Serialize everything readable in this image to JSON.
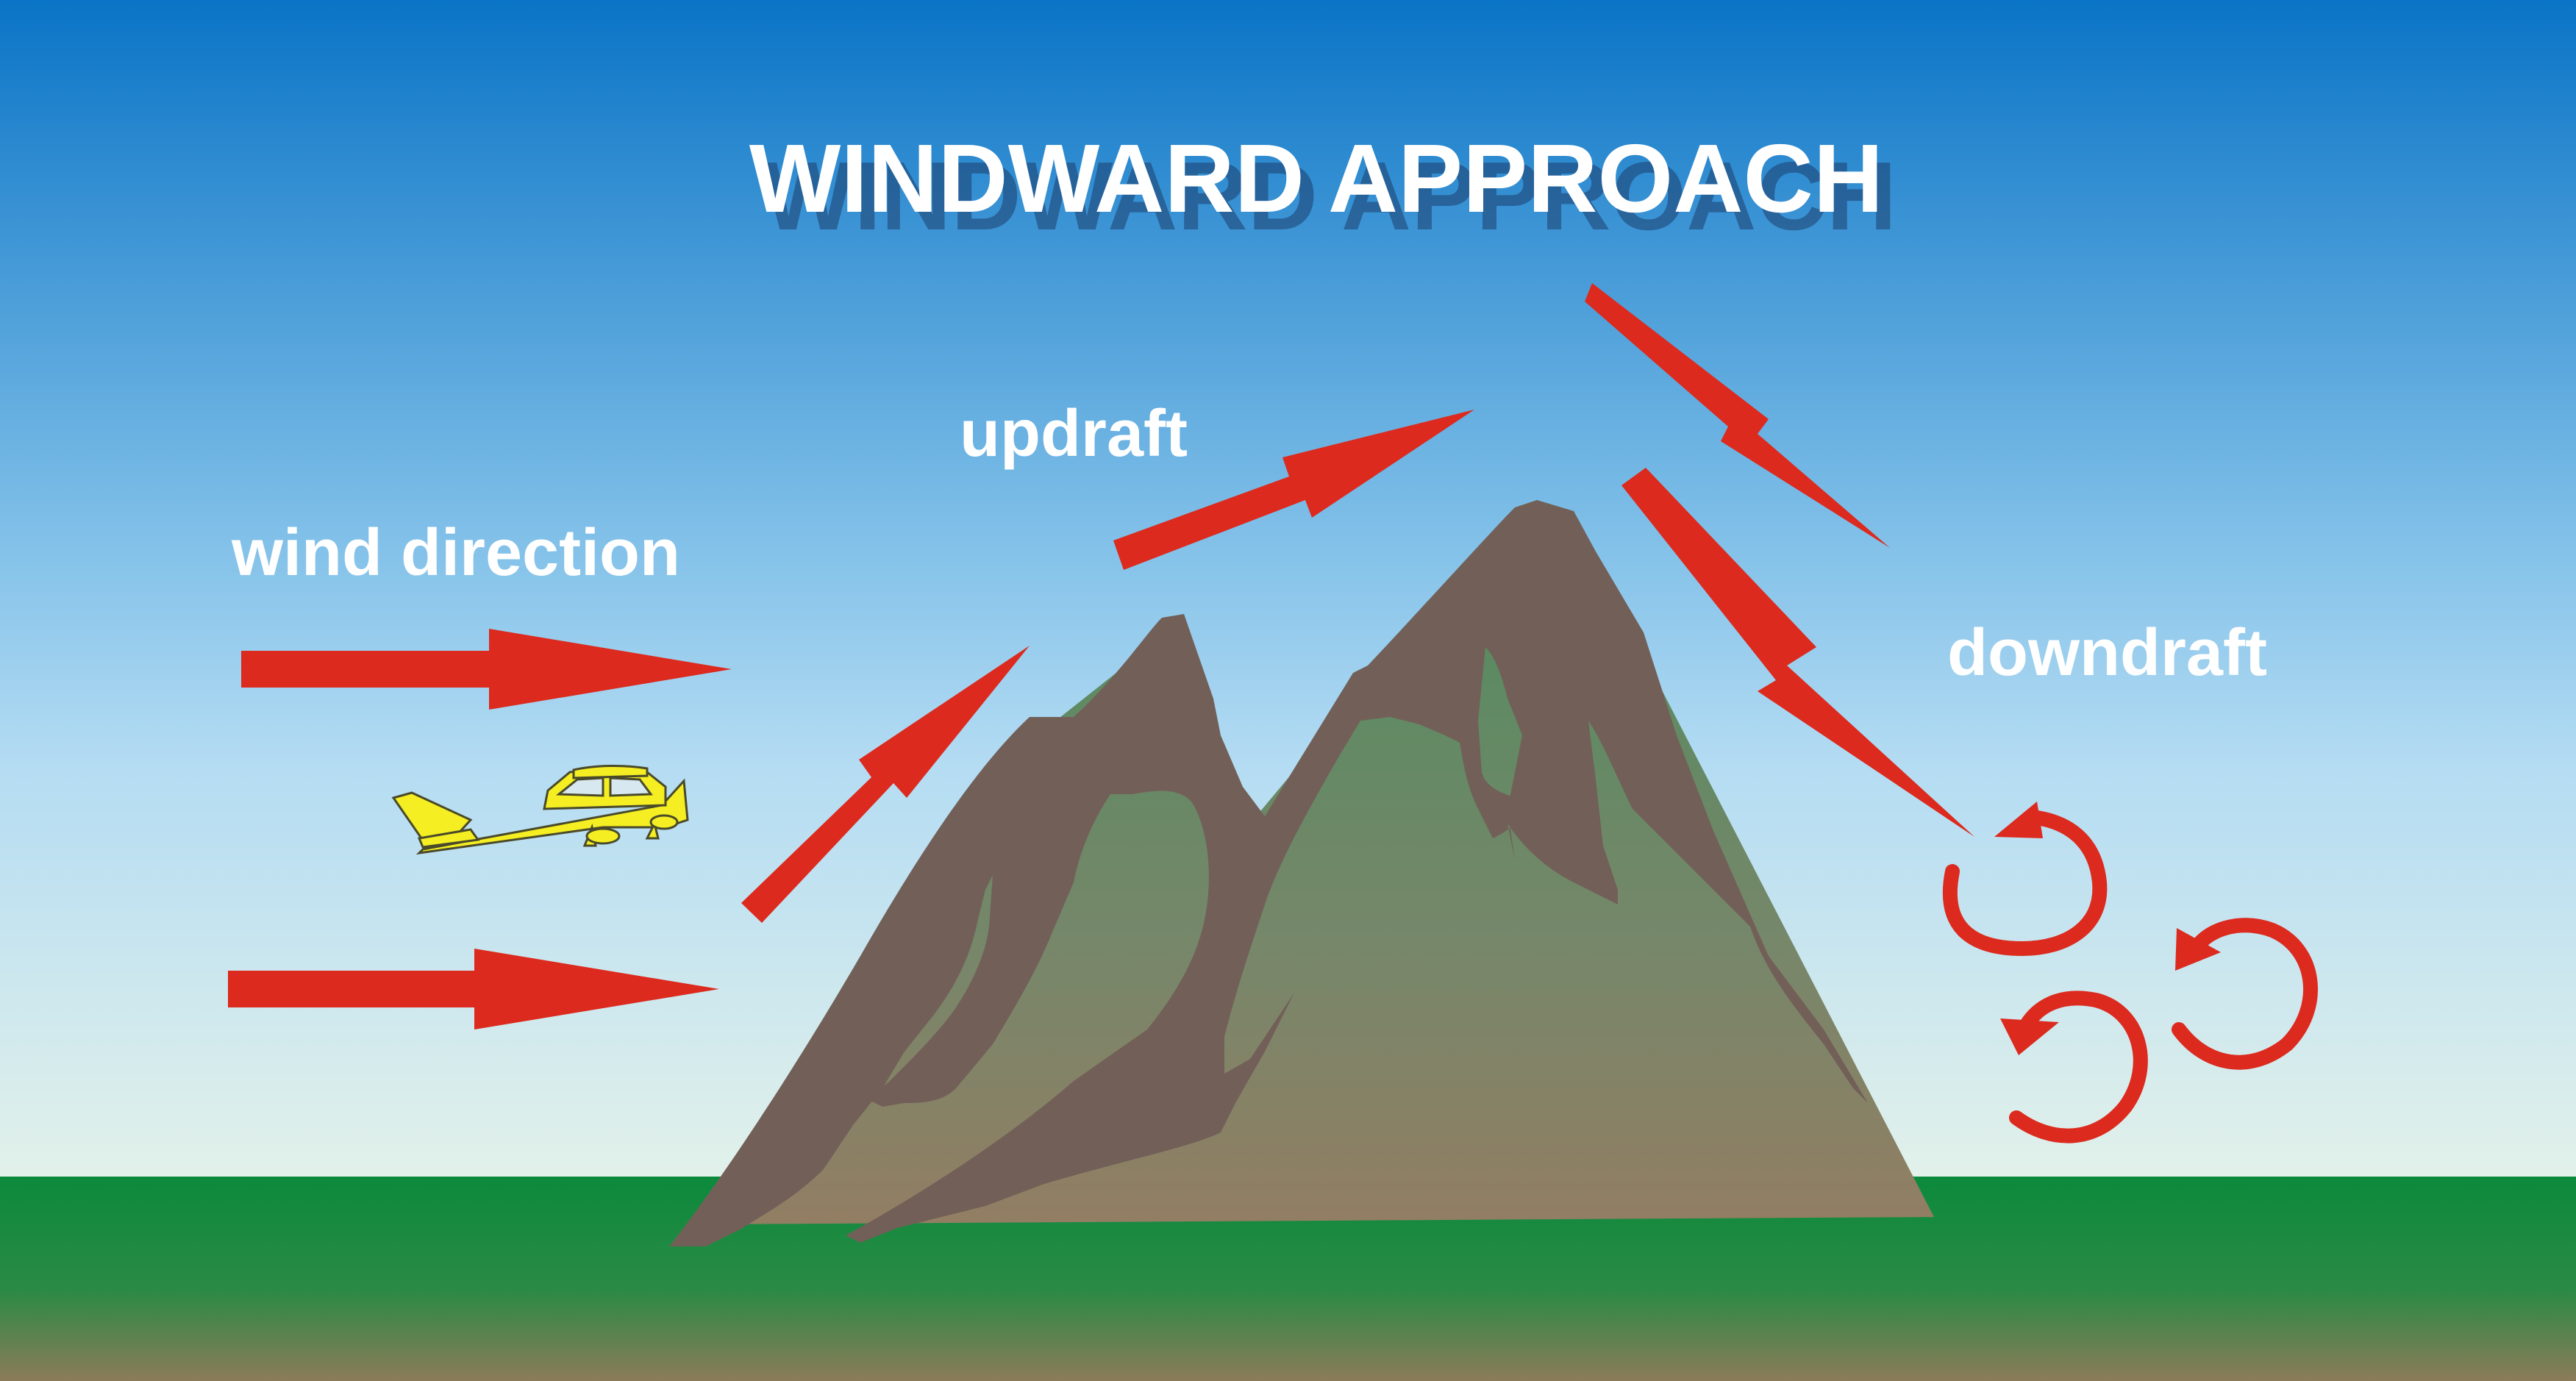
{
  "title": "WINDWARD APPROACH",
  "labels": {
    "wind_direction": "wind direction",
    "updraft": "updraft",
    "downdraft": "downdraft"
  },
  "colors": {
    "sky_top": "#0a74c6",
    "sky_mid": "#8fc8ec",
    "sky_bottom": "#e2f1ea",
    "ground_top": "#0c8a3c",
    "ground_bottom": "#8c7b58",
    "mountain_rock": "#726058",
    "mountain_face_top": "#5a8f62",
    "mountain_face_bottom": "#8e7f62",
    "arrow": "#dc2a1e",
    "airplane": "#f4ee22",
    "text": "#ffffff"
  },
  "icons": [
    "airplane-icon",
    "wind-arrow-icon",
    "updraft-arrow-icon",
    "downdraft-arrow-icon",
    "turbulence-swirl-icon"
  ]
}
